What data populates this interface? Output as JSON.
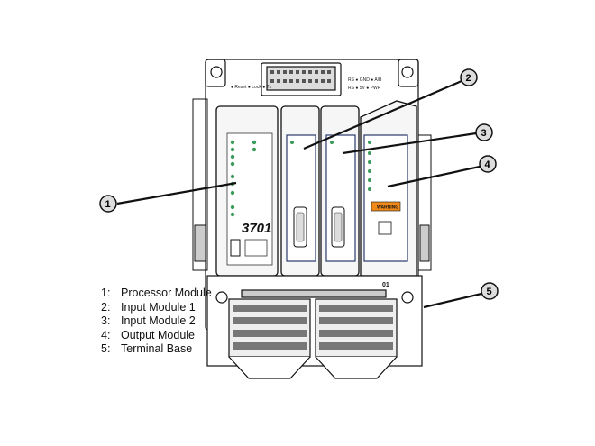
{
  "legend": [
    {
      "num": "1:",
      "label": "Processor Module"
    },
    {
      "num": "2:",
      "label": "Input Module 1"
    },
    {
      "num": "3:",
      "label": "Input Module 2"
    },
    {
      "num": "4:",
      "label": "Output Module"
    },
    {
      "num": "5:",
      "label": "Terminal Base"
    }
  ],
  "callouts": {
    "c1": "1",
    "c2": "2",
    "c3": "3",
    "c4": "4",
    "c5": "5"
  },
  "module_labels": {
    "processor_model": "3701",
    "warning": "WARNING",
    "base_marker": "01"
  },
  "colors": {
    "line": "#111111",
    "led": "#3a9a5a",
    "panel_fill": "#e9eef4",
    "bezel": "#2a3a6a",
    "warning_fill": "#f08a1a"
  }
}
